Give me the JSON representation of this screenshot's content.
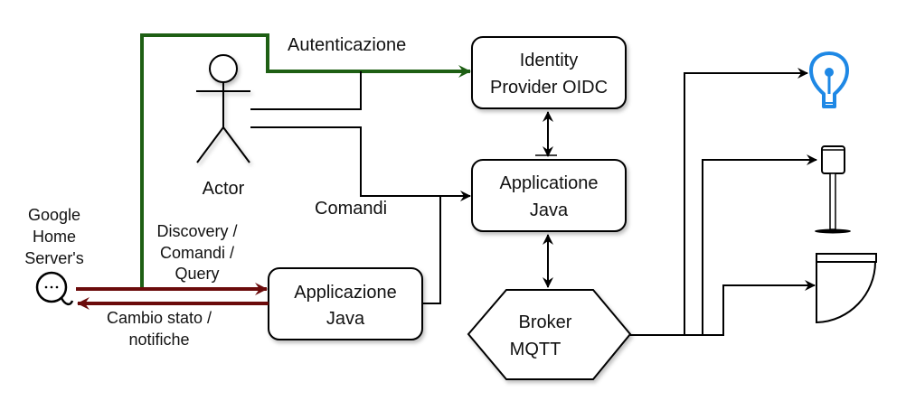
{
  "colors": {
    "auth_flow": "#1e5f14",
    "google_flow": "#6b0b0b",
    "lightbulb": "#1e88e5",
    "default_stroke": "#000000"
  },
  "nodes": {
    "identity_provider": {
      "line1": "Identity",
      "line2": "Provider OIDC"
    },
    "app_java_core": {
      "line1": "Applicatione",
      "line2": "Java"
    },
    "app_java_google": {
      "line1": "Applicazione",
      "line2": "Java"
    },
    "broker": {
      "line1": "Broker",
      "line2": "MQTT"
    },
    "actor": {
      "label": "Actor"
    },
    "google_home": {
      "line1": "Google",
      "line2": "Home",
      "line3": "Server's",
      "icon": "chat-bubble-icon"
    }
  },
  "edges": {
    "authentication": "Autenticazione",
    "commands": "Comandi",
    "google_requests": {
      "line1": "Discovery  /",
      "line2": "Comandi /",
      "line3": "Query"
    },
    "google_notifications": {
      "line1": "Cambio stato /",
      "line2": "notifiche"
    }
  },
  "devices": [
    {
      "name": "lightbulb",
      "icon": "lightbulb-icon"
    },
    {
      "name": "sensor",
      "icon": "sensor-post-icon"
    },
    {
      "name": "door",
      "icon": "door-icon"
    }
  ]
}
